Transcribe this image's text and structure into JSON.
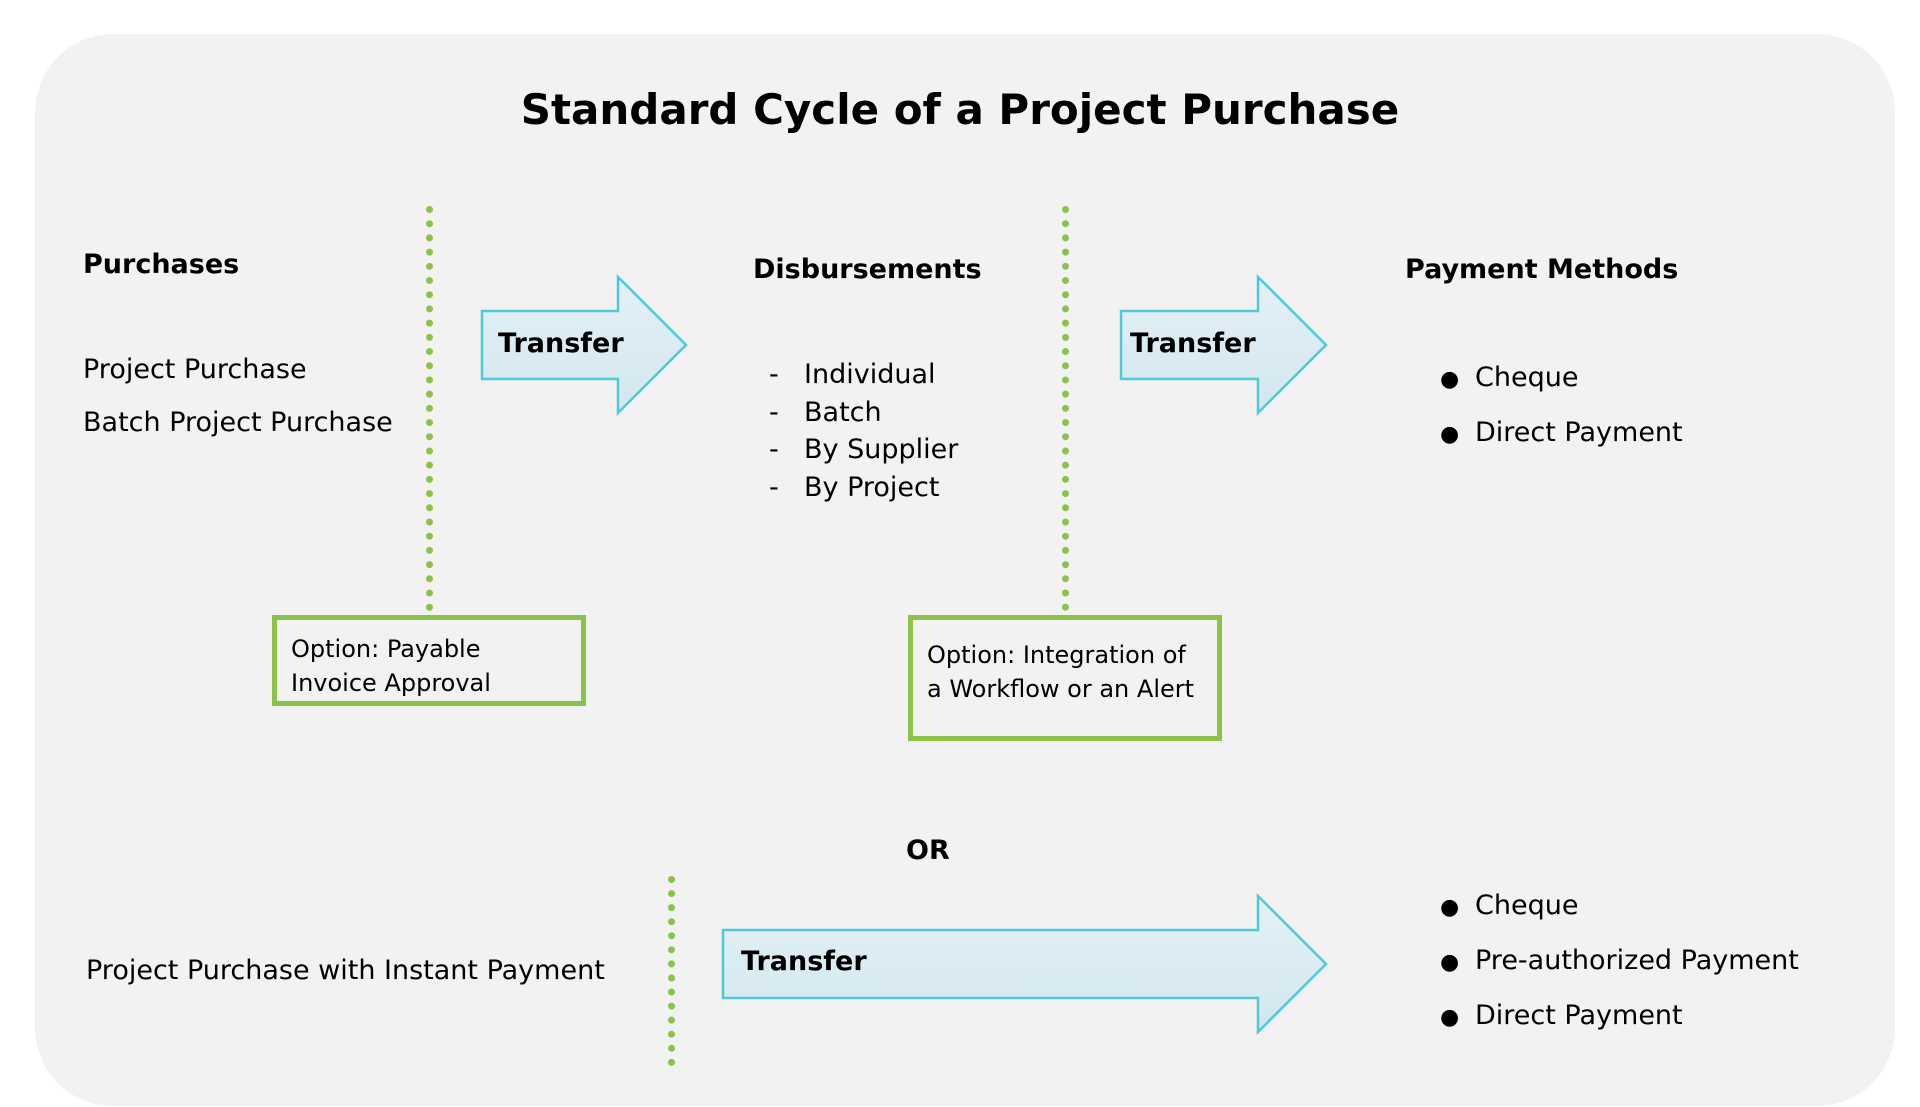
{
  "title": "Standard Cycle of a Project Purchase",
  "purchases": {
    "heading": "Purchases",
    "items": [
      "Project Purchase",
      "Batch Project Purchase"
    ]
  },
  "disbursements": {
    "heading": "Disbursements",
    "items": [
      "Individual",
      "Batch",
      "By Supplier",
      "By Project"
    ]
  },
  "payment_methods": {
    "heading": "Payment Methods",
    "items": [
      "Cheque",
      "Direct Payment"
    ]
  },
  "arrows": {
    "transfer_1": "Transfer",
    "transfer_2": "Transfer",
    "transfer_3": "Transfer"
  },
  "options": {
    "option_1": "Option: Payable Invoice Approval",
    "option_2": "Option: Integration of a Workflow or an Alert"
  },
  "or_label": "OR",
  "instant": {
    "label": "Project Purchase with Instant Payment",
    "payment_items": [
      "Cheque",
      "Pre-authorized Payment",
      "Direct Payment"
    ]
  },
  "colors": {
    "panel": "#f2f2f2",
    "dotted_line": "#8bc34a",
    "arrow_fill": "#d9eaf2",
    "arrow_edge": "#5bd3e0"
  }
}
